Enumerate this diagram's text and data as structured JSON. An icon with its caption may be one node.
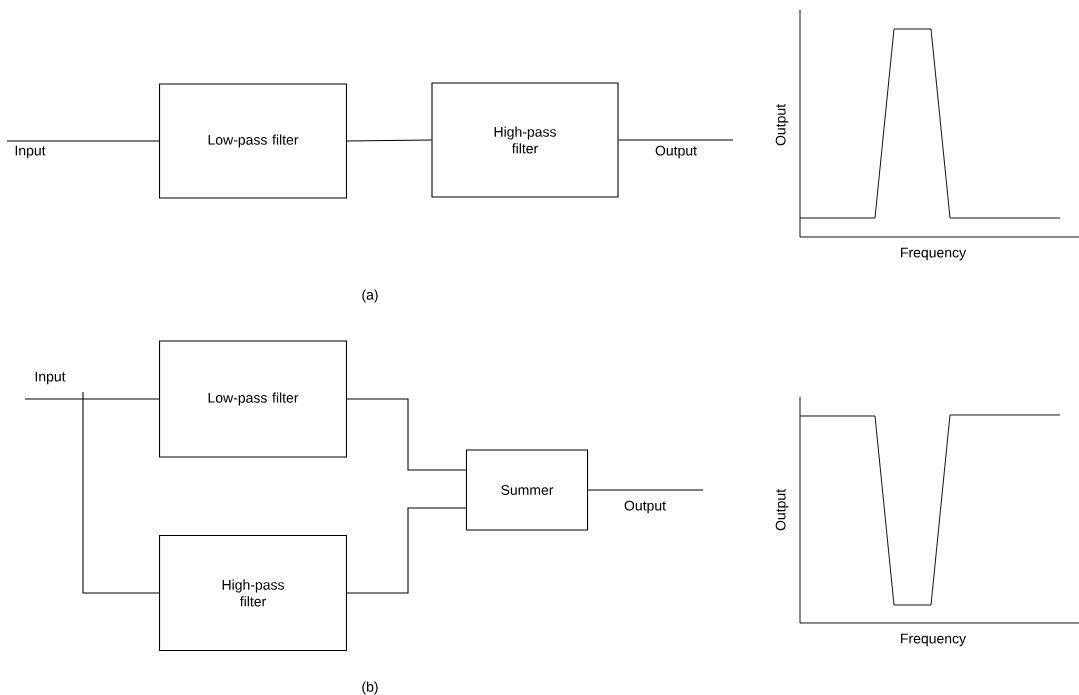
{
  "diagram": {
    "nodes": [
      {
        "text": [
          "Low-pass filter"
        ]
      },
      {
        "text": [
          "High-pass filter"
        ]
      },
      {
        "text": [
          "Low-pass filter"
        ]
      },
      {
        "text": [
          "High-pass filter"
        ]
      },
      {
        "text": [
          "Summer"
        ]
      }
    ],
    "edges": [
      {
        "from": null,
        "to": 0,
        "arrow": "none",
        "label": "Input"
      },
      {
        "from": 0,
        "to": 1,
        "arrow": "none"
      },
      {
        "from": 1,
        "to": null,
        "arrow": "none",
        "label": "Output"
      },
      {
        "from": null,
        "to": 2,
        "arrow": "none",
        "label": "Input"
      },
      {
        "from": null,
        "to": 3,
        "arrow": "none"
      },
      {
        "from": 2,
        "to": 4,
        "arrow": "none"
      },
      {
        "from": 3,
        "to": 4,
        "arrow": "none"
      },
      {
        "from": 4,
        "to": null,
        "arrow": "none",
        "label": "Output"
      }
    ],
    "labels": [
      "Output",
      "Frequency",
      "(a)",
      "(b)",
      "Output",
      "Frequency"
    ]
  }
}
